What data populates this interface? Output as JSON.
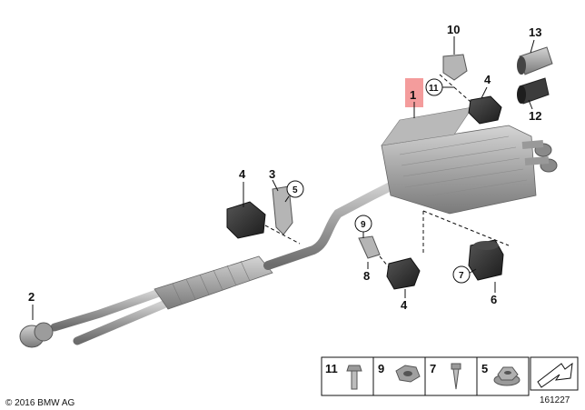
{
  "callouts": {
    "c1": "1",
    "c2": "2",
    "c3": "3",
    "c4a": "4",
    "c4b": "4",
    "c4c": "4",
    "c5": "5",
    "c6": "6",
    "c7": "7",
    "c8": "8",
    "c9": "9",
    "c10": "10",
    "c11": "11",
    "c12": "12",
    "c13": "13"
  },
  "legend": {
    "items": [
      {
        "num": "11",
        "icon": "bolt-icon"
      },
      {
        "num": "9",
        "icon": "hex-nut-icon"
      },
      {
        "num": "7",
        "icon": "screw-icon"
      },
      {
        "num": "5",
        "icon": "flange-nut-icon"
      }
    ],
    "arrow_icon": "arrow-icon"
  },
  "footer": {
    "copyright": "© 2016 BMW AG",
    "diagram_no": "161227"
  },
  "colors": {
    "highlight": "#f28b8b",
    "metal": "#a9a9a9",
    "rubber": "#2b2b2b"
  }
}
